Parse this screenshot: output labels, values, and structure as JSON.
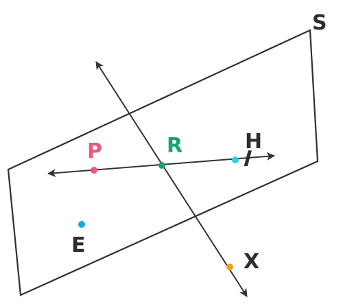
{
  "diagram": {
    "plane": {
      "label": "S",
      "stroke": "#2f2f2f"
    },
    "line_ph": {
      "label": "l",
      "stroke": "#333333"
    },
    "line_x": {
      "stroke": "#333333"
    },
    "points": {
      "P": {
        "label": "P",
        "color": "#e85a7a"
      },
      "R": {
        "label": "R",
        "color": "#1aa36b"
      },
      "H": {
        "label": "H",
        "color": "#2ccde0"
      },
      "E": {
        "label": "E",
        "color": "#1aa7e8"
      },
      "X": {
        "label": "X",
        "color": "#f0a21a"
      }
    },
    "text_color": "#2d2d2d"
  }
}
